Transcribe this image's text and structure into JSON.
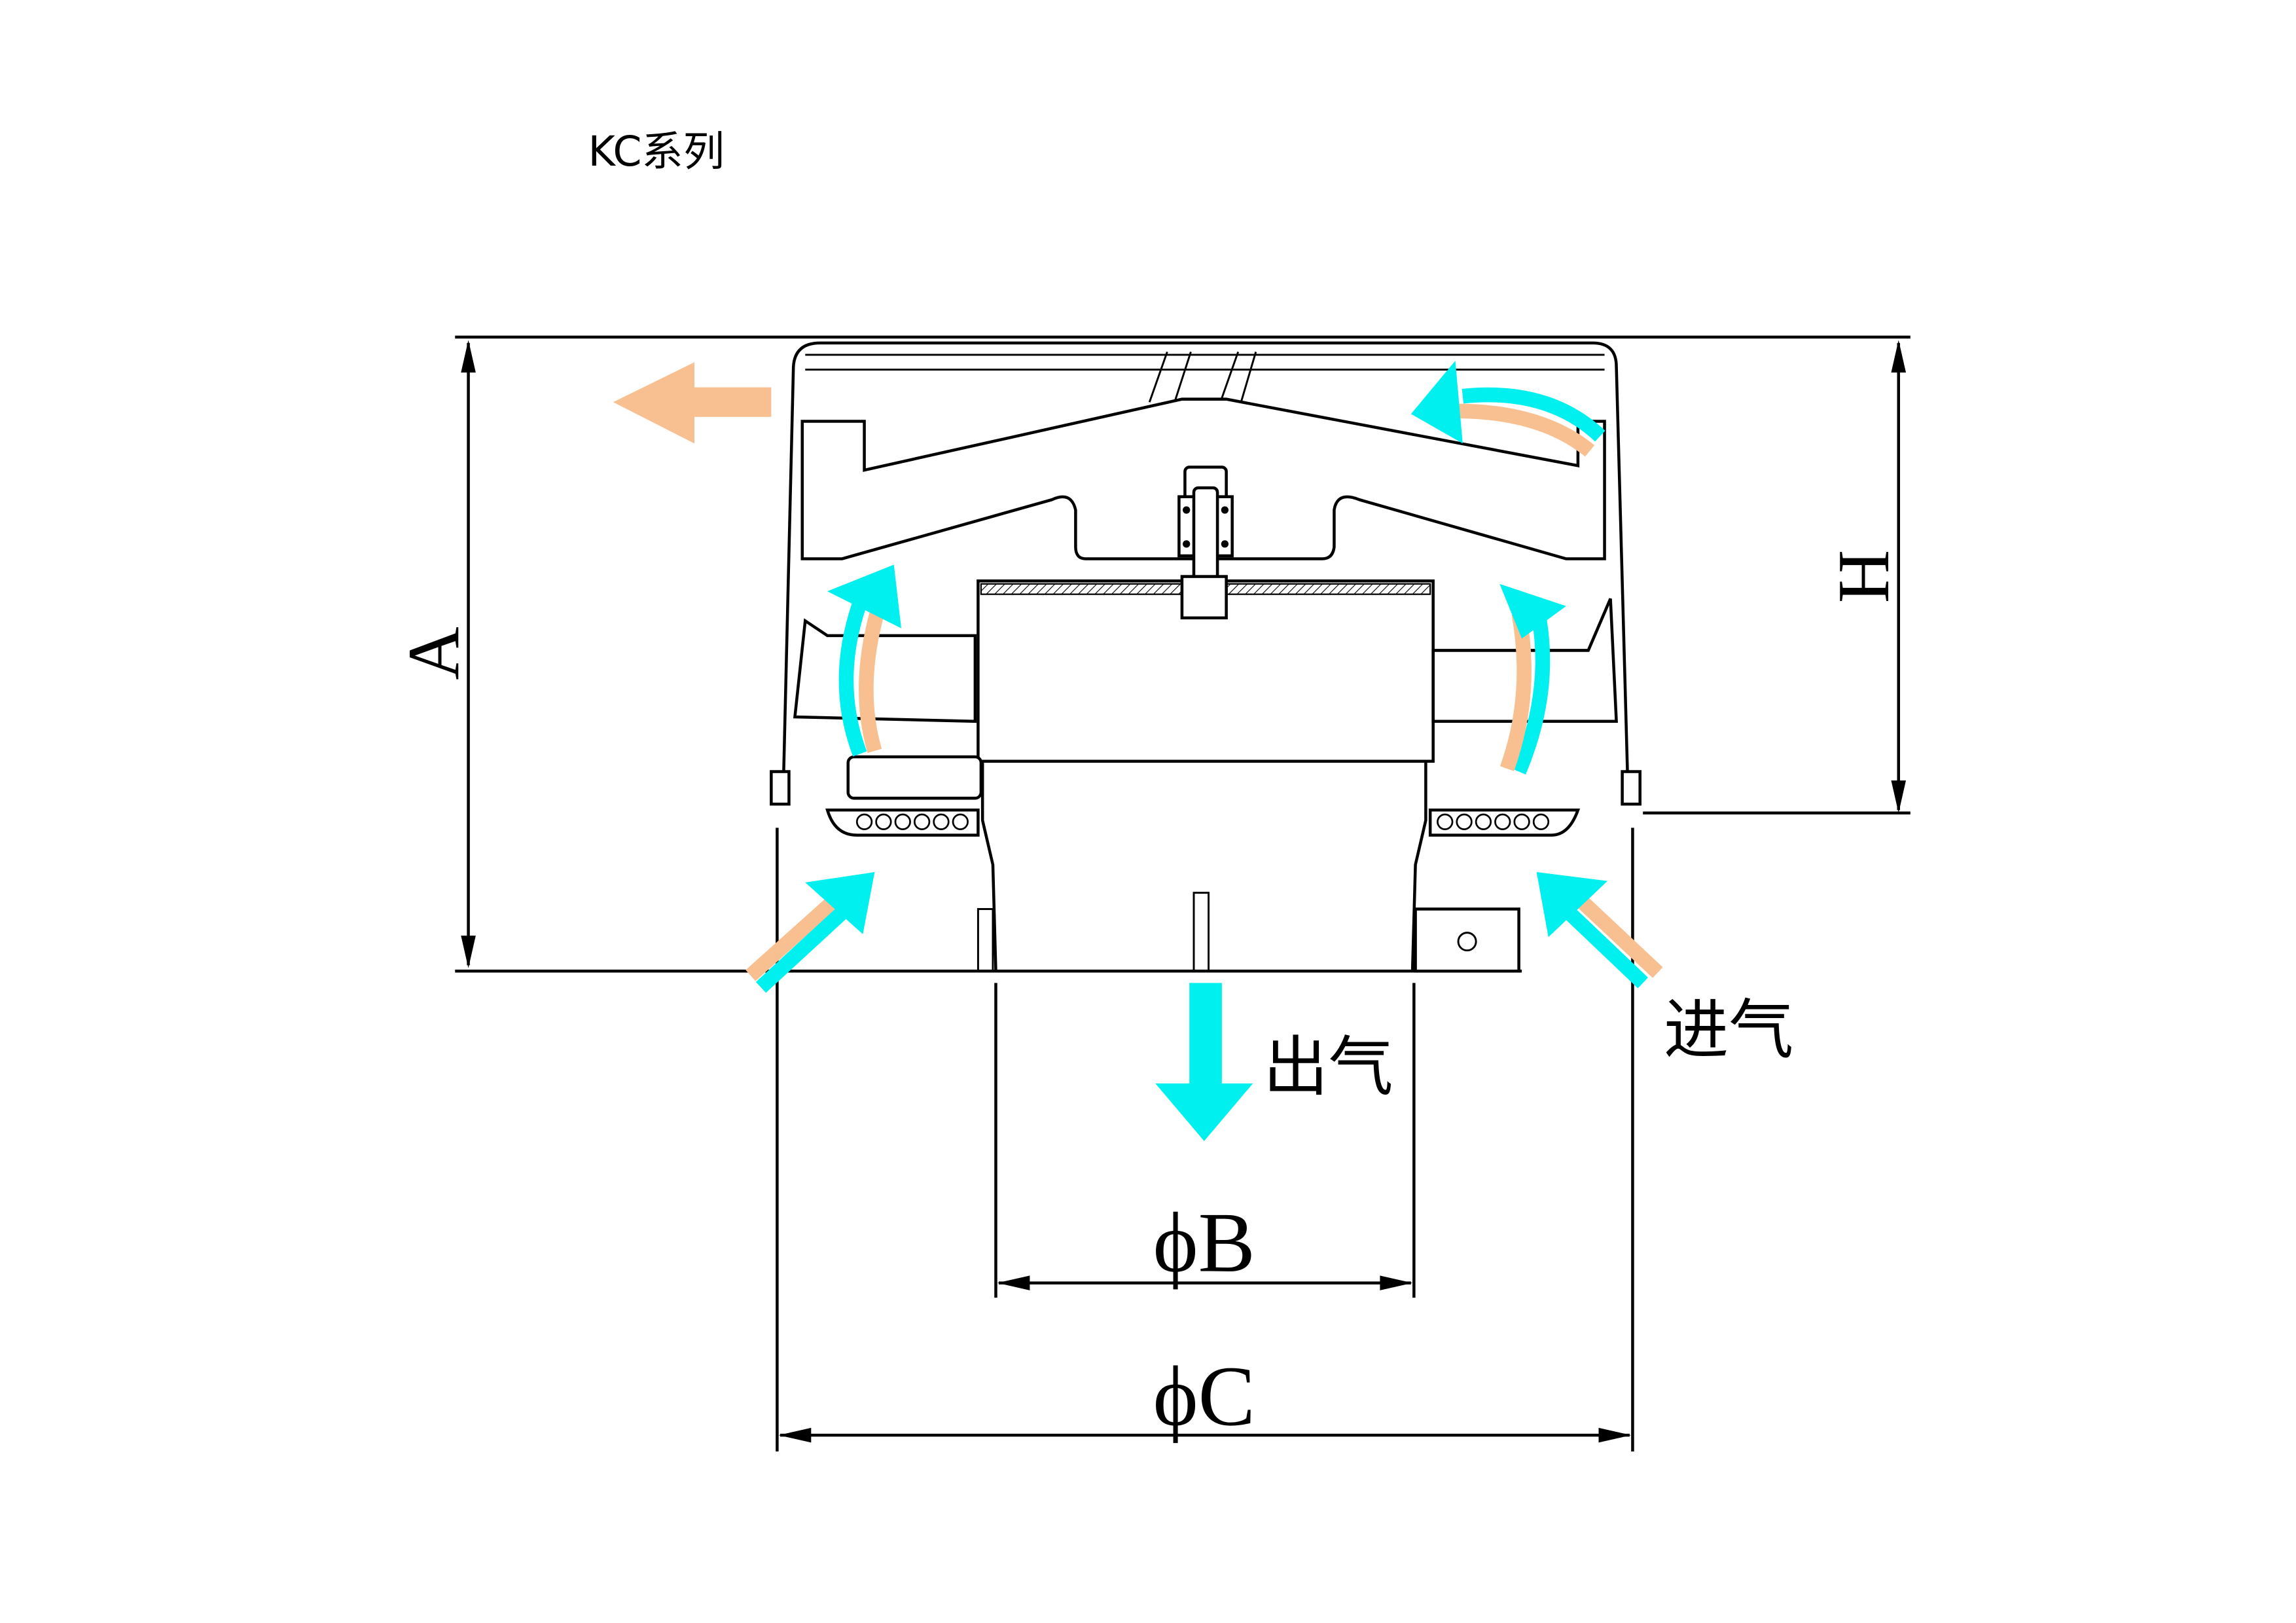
{
  "title": "KC系列",
  "dimensions": {
    "a_label": "A",
    "h_label": "H",
    "b_label": "ϕB",
    "c_label": "ϕC"
  },
  "flow_labels": {
    "outlet": "出气",
    "inlet": "进气"
  },
  "colors": {
    "cyan_arrow": "#00F0F0",
    "orange_arrow": "#F8C090",
    "line": "#000000"
  }
}
